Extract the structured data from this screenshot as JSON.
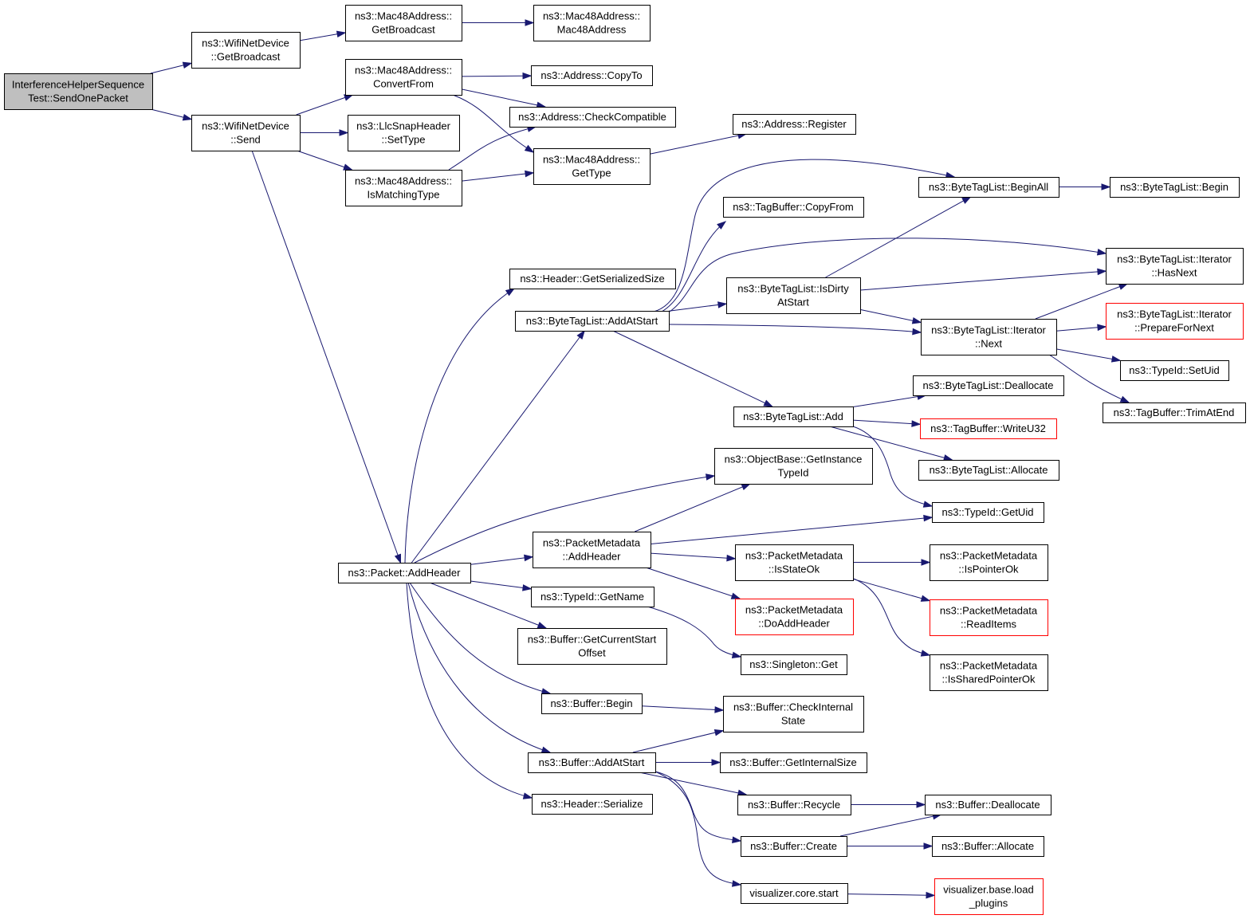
{
  "graph": {
    "nodes": [
      {
        "id": "root",
        "lines": [
          "InterferenceHelperSequence",
          "Test::SendOnePacket"
        ],
        "style": "root"
      },
      {
        "id": "wnd_getbroadcast",
        "lines": [
          "ns3::WifiNetDevice",
          "::GetBroadcast"
        ]
      },
      {
        "id": "wnd_send",
        "lines": [
          "ns3::WifiNetDevice",
          "::Send"
        ]
      },
      {
        "id": "mac_getbroadcast",
        "lines": [
          "ns3::Mac48Address::",
          "GetBroadcast"
        ]
      },
      {
        "id": "mac_ctor",
        "lines": [
          "ns3::Mac48Address::",
          "Mac48Address"
        ]
      },
      {
        "id": "mac_convertfrom",
        "lines": [
          "ns3::Mac48Address::",
          "ConvertFrom"
        ]
      },
      {
        "id": "addr_copyto",
        "lines": [
          "ns3::Address::CopyTo"
        ]
      },
      {
        "id": "addr_checkcompat",
        "lines": [
          "ns3::Address::CheckCompatible"
        ]
      },
      {
        "id": "llc_settype",
        "lines": [
          "ns3::LlcSnapHeader",
          "::SetType"
        ]
      },
      {
        "id": "mac_gettype",
        "lines": [
          "ns3::Mac48Address::",
          "GetType"
        ]
      },
      {
        "id": "addr_register",
        "lines": [
          "ns3::Address::Register"
        ]
      },
      {
        "id": "mac_ismatching",
        "lines": [
          "ns3::Mac48Address::",
          "IsMatchingType"
        ]
      },
      {
        "id": "btl_beginall",
        "lines": [
          "ns3::ByteTagList::BeginAll"
        ]
      },
      {
        "id": "btl_begin",
        "lines": [
          "ns3::ByteTagList::Begin"
        ]
      },
      {
        "id": "tb_copyfrom",
        "lines": [
          "ns3::TagBuffer::CopyFrom"
        ]
      },
      {
        "id": "btl_it_hasnext",
        "lines": [
          "ns3::ByteTagList::Iterator",
          "::HasNext"
        ]
      },
      {
        "id": "hdr_getsersize",
        "lines": [
          "ns3::Header::GetSerializedSize"
        ]
      },
      {
        "id": "btl_isdirty",
        "lines": [
          "ns3::ByteTagList::IsDirty",
          "AtStart"
        ]
      },
      {
        "id": "btl_addatstart",
        "lines": [
          "ns3::ByteTagList::AddAtStart"
        ]
      },
      {
        "id": "btl_it_prepare",
        "lines": [
          "ns3::ByteTagList::Iterator",
          "::PrepareForNext"
        ],
        "style": "red"
      },
      {
        "id": "btl_it_next",
        "lines": [
          "ns3::ByteTagList::Iterator",
          "::Next"
        ]
      },
      {
        "id": "tid_setuid",
        "lines": [
          "ns3::TypeId::SetUid"
        ]
      },
      {
        "id": "btl_dealloc",
        "lines": [
          "ns3::ByteTagList::Deallocate"
        ]
      },
      {
        "id": "tb_trimatend",
        "lines": [
          "ns3::TagBuffer::TrimAtEnd"
        ]
      },
      {
        "id": "btl_add",
        "lines": [
          "ns3::ByteTagList::Add"
        ]
      },
      {
        "id": "tb_writeu32",
        "lines": [
          "ns3::TagBuffer::WriteU32"
        ],
        "style": "red"
      },
      {
        "id": "btl_allocate",
        "lines": [
          "ns3::ByteTagList::Allocate"
        ]
      },
      {
        "id": "ob_getinstancetid",
        "lines": [
          "ns3::ObjectBase::GetInstance",
          "TypeId"
        ]
      },
      {
        "id": "tid_getuid",
        "lines": [
          "ns3::TypeId::GetUid"
        ]
      },
      {
        "id": "pm_addheader",
        "lines": [
          "ns3::PacketMetadata",
          "::AddHeader"
        ]
      },
      {
        "id": "pm_isstateok",
        "lines": [
          "ns3::PacketMetadata",
          "::IsStateOk"
        ]
      },
      {
        "id": "pm_ispointerok",
        "lines": [
          "ns3::PacketMetadata",
          "::IsPointerOk"
        ]
      },
      {
        "id": "pkt_addheader",
        "lines": [
          "ns3::Packet::AddHeader"
        ]
      },
      {
        "id": "tid_getname",
        "lines": [
          "ns3::TypeId::GetName"
        ]
      },
      {
        "id": "pm_doaddheader",
        "lines": [
          "ns3::PacketMetadata",
          "::DoAddHeader"
        ],
        "style": "red"
      },
      {
        "id": "pm_readitems",
        "lines": [
          "ns3::PacketMetadata",
          "::ReadItems"
        ],
        "style": "red"
      },
      {
        "id": "buf_getcurstart",
        "lines": [
          "ns3::Buffer::GetCurrentStart",
          "Offset"
        ]
      },
      {
        "id": "singleton_get",
        "lines": [
          "ns3::Singleton::Get"
        ]
      },
      {
        "id": "pm_issharedptrok",
        "lines": [
          "ns3::PacketMetadata",
          "::IsSharedPointerOk"
        ]
      },
      {
        "id": "buf_begin",
        "lines": [
          "ns3::Buffer::Begin"
        ]
      },
      {
        "id": "buf_checkinternal",
        "lines": [
          "ns3::Buffer::CheckInternal",
          "State"
        ]
      },
      {
        "id": "buf_addatstart",
        "lines": [
          "ns3::Buffer::AddAtStart"
        ]
      },
      {
        "id": "buf_getinternalsize",
        "lines": [
          "ns3::Buffer::GetInternalSize"
        ]
      },
      {
        "id": "hdr_serialize",
        "lines": [
          "ns3::Header::Serialize"
        ]
      },
      {
        "id": "buf_recycle",
        "lines": [
          "ns3::Buffer::Recycle"
        ]
      },
      {
        "id": "buf_dealloc",
        "lines": [
          "ns3::Buffer::Deallocate"
        ]
      },
      {
        "id": "buf_create",
        "lines": [
          "ns3::Buffer::Create"
        ]
      },
      {
        "id": "buf_allocate",
        "lines": [
          "ns3::Buffer::Allocate"
        ]
      },
      {
        "id": "viz_start",
        "lines": [
          "visualizer.core.start"
        ]
      },
      {
        "id": "viz_loadplugins",
        "lines": [
          "visualizer.base.load",
          "_plugins"
        ],
        "style": "red"
      }
    ],
    "edges": [
      [
        "root",
        "wnd_getbroadcast"
      ],
      [
        "root",
        "wnd_send"
      ],
      [
        "wnd_getbroadcast",
        "mac_getbroadcast"
      ],
      [
        "mac_getbroadcast",
        "mac_ctor"
      ],
      [
        "wnd_send",
        "mac_convertfrom"
      ],
      [
        "wnd_send",
        "llc_settype"
      ],
      [
        "wnd_send",
        "mac_ismatching"
      ],
      [
        "wnd_send",
        "pkt_addheader"
      ],
      [
        "mac_convertfrom",
        "addr_copyto"
      ],
      [
        "mac_convertfrom",
        "addr_checkcompat"
      ],
      [
        "mac_convertfrom",
        "mac_gettype"
      ],
      [
        "mac_ismatching",
        "addr_checkcompat"
      ],
      [
        "mac_ismatching",
        "mac_gettype"
      ],
      [
        "mac_gettype",
        "addr_register"
      ],
      [
        "btl_beginall",
        "btl_begin"
      ],
      [
        "btl_addatstart",
        "btl_beginall"
      ],
      [
        "btl_addatstart",
        "tb_copyfrom"
      ],
      [
        "btl_addatstart",
        "btl_it_hasnext"
      ],
      [
        "btl_addatstart",
        "btl_isdirty"
      ],
      [
        "btl_addatstart",
        "btl_it_next"
      ],
      [
        "btl_addatstart",
        "btl_add"
      ],
      [
        "btl_isdirty",
        "btl_beginall"
      ],
      [
        "btl_isdirty",
        "btl_it_hasnext"
      ],
      [
        "btl_isdirty",
        "btl_it_next"
      ],
      [
        "btl_it_next",
        "btl_it_hasnext"
      ],
      [
        "btl_it_next",
        "btl_it_prepare"
      ],
      [
        "btl_it_next",
        "tid_setuid"
      ],
      [
        "btl_it_next",
        "tb_trimatend"
      ],
      [
        "btl_add",
        "btl_dealloc"
      ],
      [
        "btl_add",
        "tb_writeu32"
      ],
      [
        "btl_add",
        "btl_allocate"
      ],
      [
        "btl_add",
        "tid_getuid"
      ],
      [
        "pkt_addheader",
        "hdr_getsersize"
      ],
      [
        "pkt_addheader",
        "btl_addatstart"
      ],
      [
        "pkt_addheader",
        "ob_getinstancetid"
      ],
      [
        "pkt_addheader",
        "pm_addheader"
      ],
      [
        "pkt_addheader",
        "tid_getname"
      ],
      [
        "pkt_addheader",
        "buf_getcurstart"
      ],
      [
        "pkt_addheader",
        "buf_begin"
      ],
      [
        "pkt_addheader",
        "buf_addatstart"
      ],
      [
        "pkt_addheader",
        "hdr_serialize"
      ],
      [
        "pm_addheader",
        "ob_getinstancetid"
      ],
      [
        "pm_addheader",
        "tid_getuid"
      ],
      [
        "pm_addheader",
        "pm_isstateok"
      ],
      [
        "pm_addheader",
        "pm_doaddheader"
      ],
      [
        "pm_isstateok",
        "pm_ispointerok"
      ],
      [
        "pm_isstateok",
        "pm_readitems"
      ],
      [
        "pm_isstateok",
        "pm_issharedptrok"
      ],
      [
        "tid_getname",
        "singleton_get"
      ],
      [
        "buf_begin",
        "buf_checkinternal"
      ],
      [
        "buf_addatstart",
        "buf_checkinternal"
      ],
      [
        "buf_addatstart",
        "buf_getinternalsize"
      ],
      [
        "buf_addatstart",
        "buf_recycle"
      ],
      [
        "buf_addatstart",
        "buf_create"
      ],
      [
        "buf_addatstart",
        "viz_start"
      ],
      [
        "buf_recycle",
        "buf_dealloc"
      ],
      [
        "buf_create",
        "buf_dealloc"
      ],
      [
        "buf_create",
        "buf_allocate"
      ],
      [
        "viz_start",
        "viz_loadplugins"
      ]
    ]
  },
  "colors": {
    "edge": "#191970",
    "root_fill": "#bfbfbf",
    "node_border": "#000000",
    "truncated_border": "#ff0000"
  }
}
